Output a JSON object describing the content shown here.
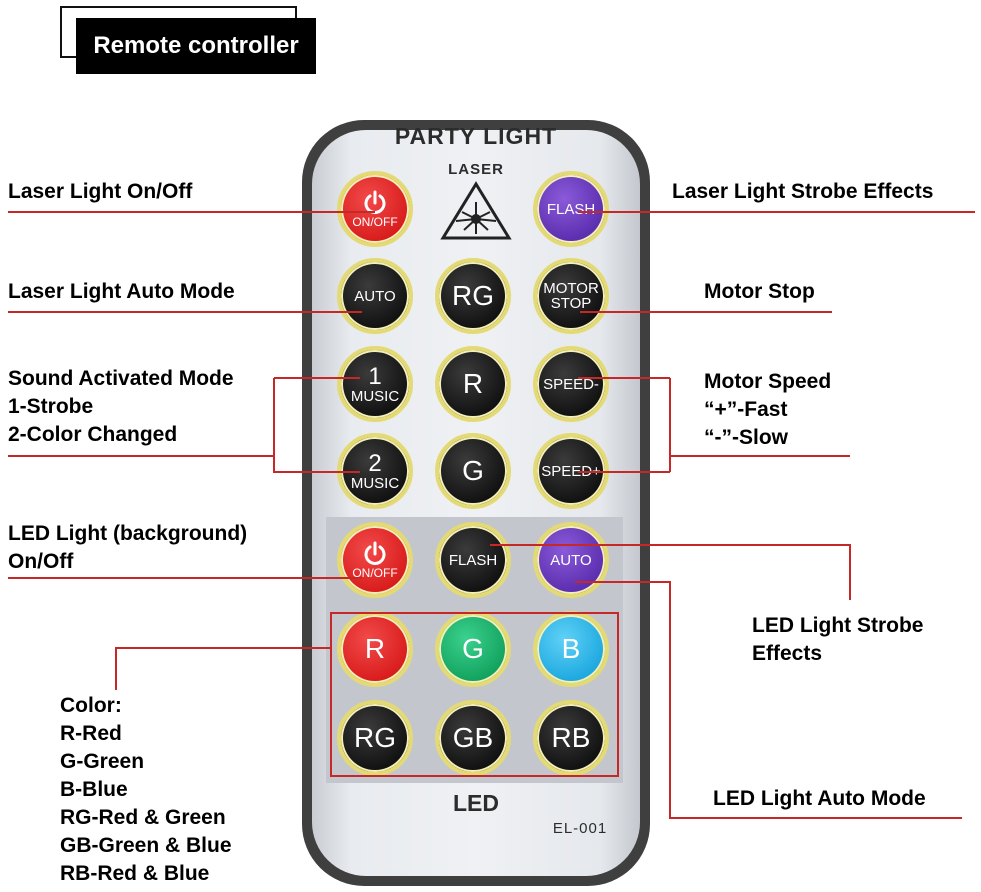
{
  "header": {
    "title": "Remote controller"
  },
  "remote": {
    "brand": "PARTY LIGHT",
    "laser_label": "LASER",
    "led_label": "LED",
    "model": "EL-001",
    "buttons": {
      "laser_power": "ON/OFF",
      "laser_flash": "FLASH",
      "auto": "AUTO",
      "rg_top": "RG",
      "motor_stop_1": "MOTOR",
      "motor_stop_2": "STOP",
      "music1_num": "1",
      "music1_txt": "MUSIC",
      "r_top": "R",
      "speed_minus": "SPEED-",
      "music2_num": "2",
      "music2_txt": "MUSIC",
      "g_top": "G",
      "speed_plus": "SPEED+",
      "led_power": "ON/OFF",
      "led_flash": "FLASH",
      "led_auto": "AUTO",
      "r": "R",
      "g": "G",
      "b": "B",
      "rg": "RG",
      "gb": "GB",
      "rb": "RB"
    }
  },
  "callouts": {
    "laser_onoff": "Laser Light On/Off",
    "laser_strobe": "Laser Light Strobe Effects",
    "laser_auto": "Laser Light Auto Mode",
    "motor_stop": "Motor Stop",
    "sound_1": "Sound Activated Mode",
    "sound_2": "1-Strobe",
    "sound_3": "2-Color Changed",
    "speed_1": "Motor Speed",
    "speed_2": "“+”-Fast",
    "speed_3": "“-”-Slow",
    "led_onoff_1": "LED Light (background)",
    "led_onoff_2": "On/Off",
    "led_strobe_1": "LED Light Strobe",
    "led_strobe_2": "Effects",
    "led_auto": "LED Light Auto Mode",
    "color_title": "Color:",
    "color_items": [
      "R-Red",
      "G-Green",
      "B-Blue",
      "RG-Red & Green",
      "GB-Green & Blue",
      "RB-Red & Blue"
    ]
  },
  "colors": {
    "callout_line": "#c62828",
    "button_ring": "#e3da74",
    "led_panel": "#c3c7cd"
  }
}
